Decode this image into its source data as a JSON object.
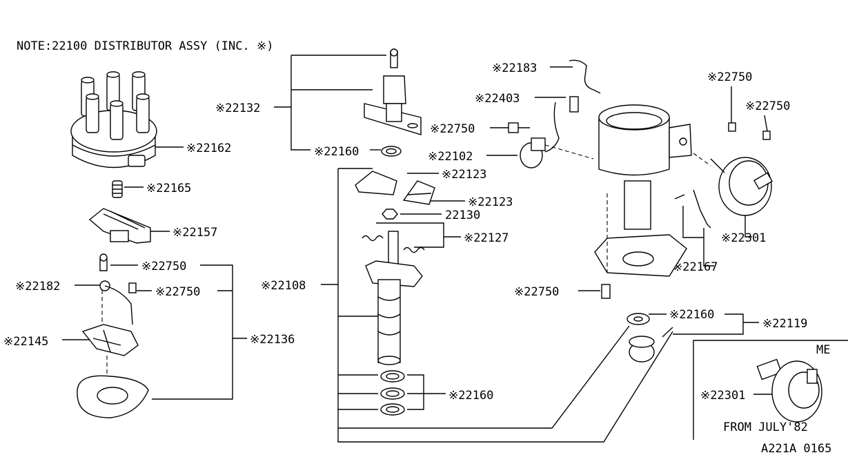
{
  "note": "NOTE:22100 DISTRIBUTOR ASSY (INC. ※)",
  "variant_code": "ME",
  "variant_note": "FROM JULY'82",
  "diagram_code": "A221A 0165",
  "callouts": {
    "c22162": "※22162",
    "c22165": "※22165",
    "c22157": "※22157",
    "c22750_left_top": "※22750",
    "c22182": "※22182",
    "c22750_left_mid": "※22750",
    "c22145": "※22145",
    "c22136": "※22136",
    "c22132": "※22132",
    "c22160_top": "※22160",
    "c22123_a": "※22123",
    "c22123_b": "※22123",
    "c22130": "22130",
    "c22127": "※22127",
    "c22108": "※22108",
    "c22160_stack": "※22160",
    "c22183": "※22183",
    "c22403": "※22403",
    "c22750_center": "※22750",
    "c22102": "※22102",
    "c22750_right_a": "※22750",
    "c22750_right_b": "※22750",
    "c22301": "※22301",
    "c22167": "※22167",
    "c22750_bottom": "※22750",
    "c22160_right": "※22160",
    "c22119": "※22119",
    "c22301_me": "※22301"
  }
}
